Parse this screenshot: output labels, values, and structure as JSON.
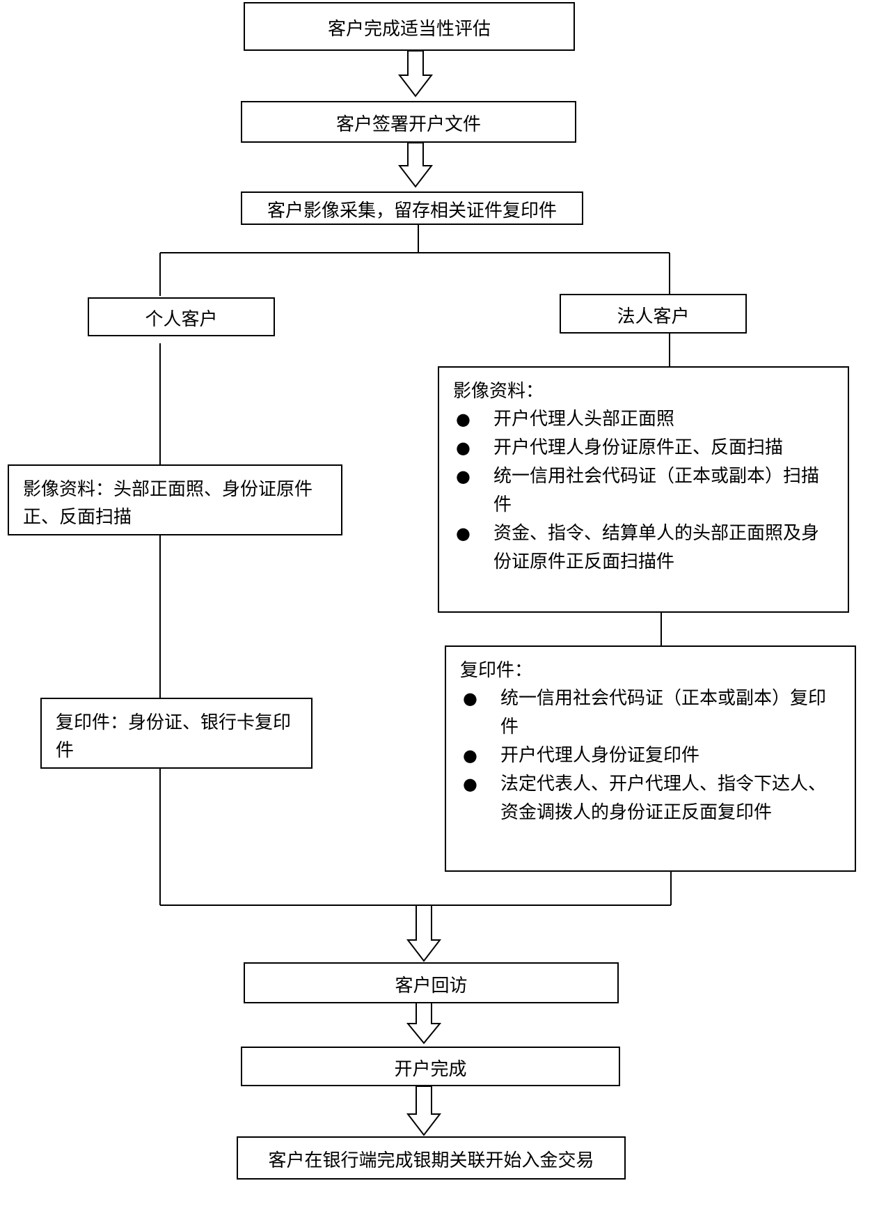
{
  "steps": {
    "s1": "客户完成适当性评估",
    "s2": "客户签署开户文件",
    "s3": "客户影像采集，留存相关证件复印件",
    "s4": "客户回访",
    "s5": "开户完成",
    "s6": "客户在银行端完成银期关联开始入金交易"
  },
  "individual": {
    "title": "个人客户",
    "images": "影像资料：头部正面照、身份证原件正、反面扫描",
    "copies": "复印件：身份证、银行卡复印件"
  },
  "corporate": {
    "title": "法人客户",
    "images": {
      "heading": "影像资料：",
      "bullet": "●",
      "items": [
        "开户代理人头部正面照",
        "开户代理人身份证原件正、反面扫描",
        "统一信用社会代码证（正本或副本）扫描件",
        "资金、指令、结算单人的头部正面照及身份证原件正反面扫描件"
      ]
    },
    "copies": {
      "heading": "复印件：",
      "bullet": "●",
      "items": [
        "统一信用社会代码证（正本或副本）复印件",
        "开户代理人身份证复印件",
        "法定代表人、开户代理人、指令下达人、资金调拨人的身份证正反面复印件"
      ]
    }
  }
}
